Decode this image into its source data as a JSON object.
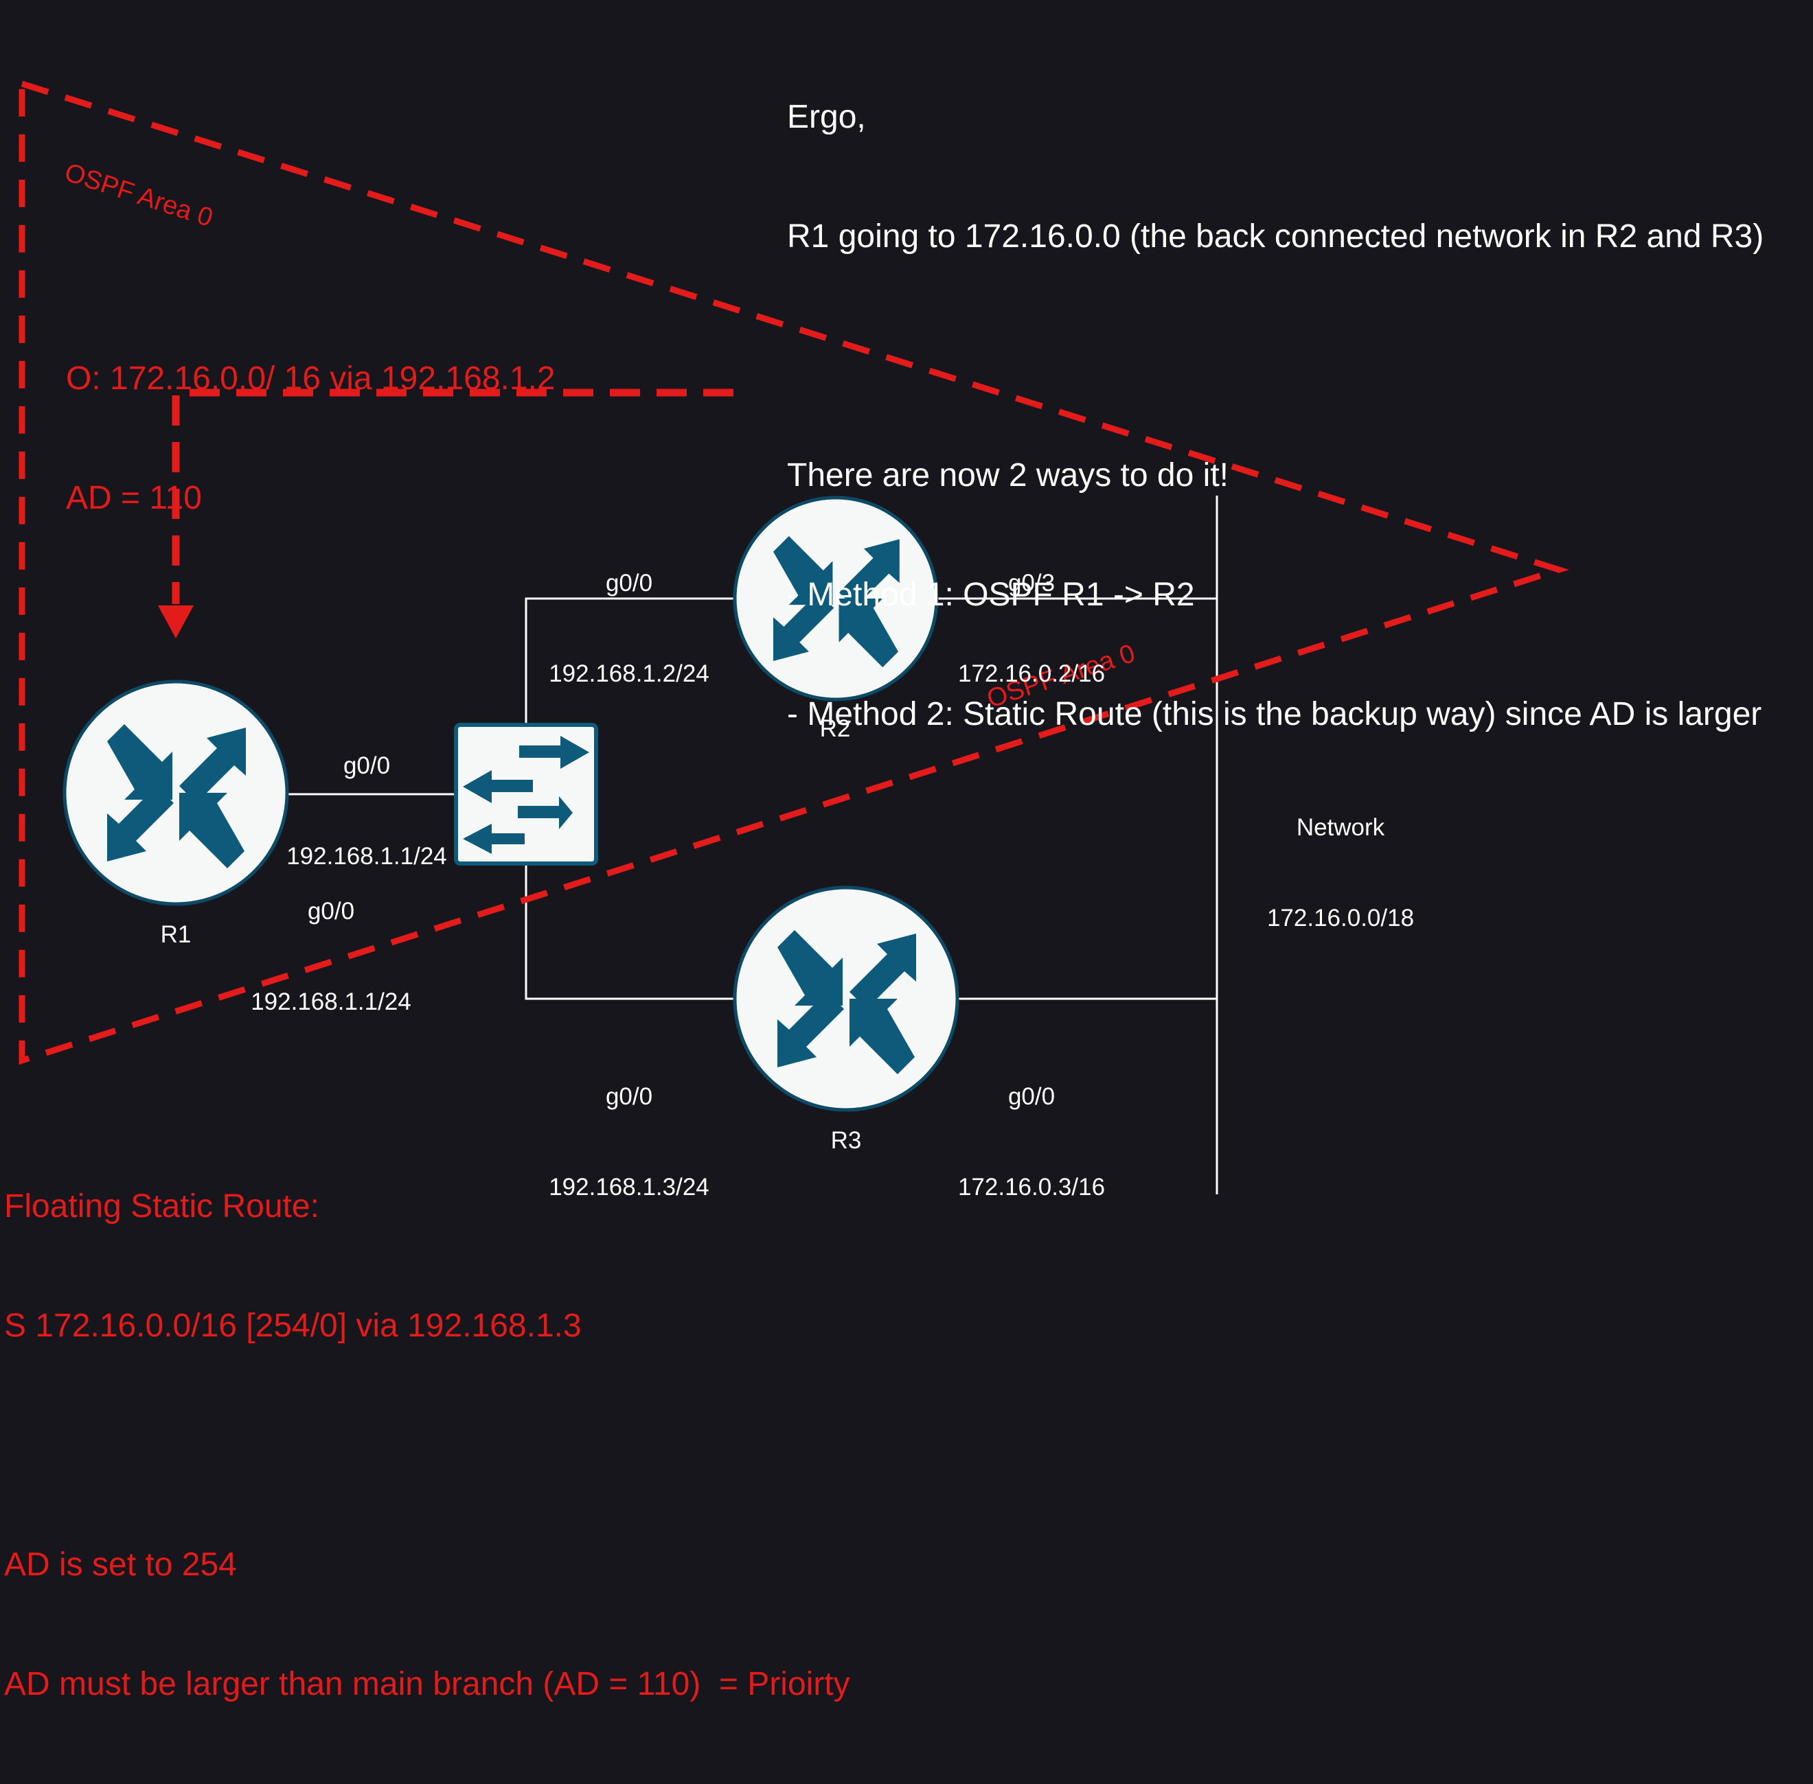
{
  "notes": {
    "header": [
      "Ergo,",
      "R1 going to 172.16.0.0 (the back connected network in R2 and R3)",
      "",
      "There are now 2 ways to do it!",
      "- Method 1: OSPF R1 -> R2",
      "- Method 2: Static Route (this is the backup way) since AD is larger"
    ]
  },
  "ospf": {
    "area_label_top": "OSPF Area 0",
    "area_label_mid": "OSPF Area 0",
    "route_line": "O: 172.16.0.0/ 16 via 192.168.1.2",
    "route_ad": "AD = 110"
  },
  "floating": {
    "lines": [
      "Floating Static Route:",
      "S 172.16.0.0/16 [254/0] via 192.168.1.3",
      "",
      "AD is set to 254",
      "AD must be larger than main branch (AD = 110)  = Prioirty"
    ]
  },
  "devices": {
    "r1": {
      "name": "R1",
      "if_top_name": "g0/0",
      "if_top_ip": "192.168.1.1/24",
      "if_bot_name": "g0/0",
      "if_bot_ip": "192.168.1.1/24"
    },
    "r2": {
      "name": "R2",
      "if_left_name": "g0/0",
      "if_left_ip": "192.168.1.2/24",
      "if_right_name": "g0/3",
      "if_right_ip": "172.16.0.2/16"
    },
    "r3": {
      "name": "R3",
      "if_left_name": "g0/0",
      "if_left_ip": "192.168.1.3/24",
      "if_right_name": "g0/0",
      "if_right_ip": "172.16.0.3/16"
    },
    "network": {
      "title": "Network",
      "subnet": "172.16.0.0/18"
    }
  },
  "colors": {
    "background": "#18161d",
    "annotation": "#e31b1b",
    "router_fill": "#f6f8f8",
    "router_outline": "#0d4a66",
    "arrow": "#0d5a7a",
    "link": "#ffffff"
  },
  "icons": {
    "router": "router-icon",
    "switch": "switch-icon"
  }
}
